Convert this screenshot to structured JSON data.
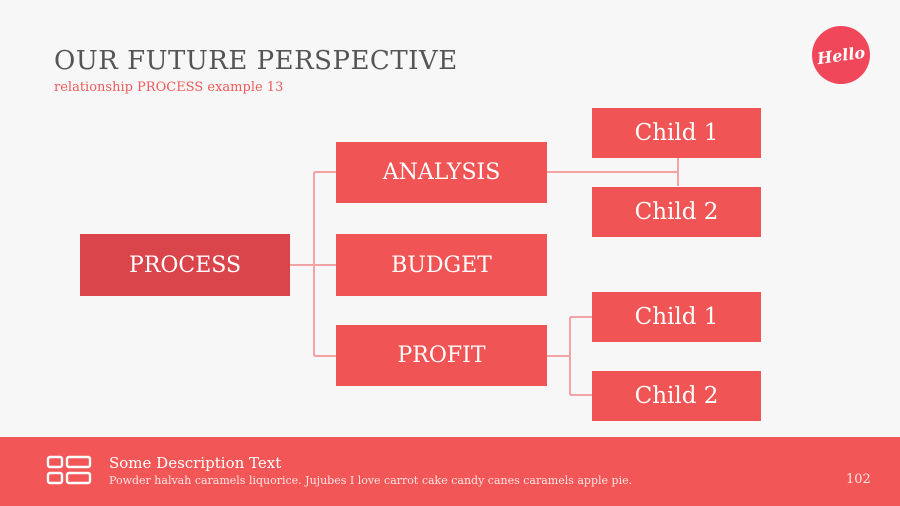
{
  "header": {
    "title": "OUR FUTURE PERSPECTIVE",
    "subtitle": "relationship PROCESS example 13",
    "logo_text": "Hello"
  },
  "diagram": {
    "root": "PROCESS",
    "branches": [
      {
        "label": "ANALYSIS",
        "children": [
          "Child 1",
          "Child 2"
        ]
      },
      {
        "label": "BUDGET",
        "children": []
      },
      {
        "label": "PROFIT",
        "children": [
          "Child 1",
          "Child 2"
        ]
      }
    ]
  },
  "footer": {
    "icon": "layout-list-icon",
    "title": "Some Description Text",
    "text": "Powder halvah caramels liquorice. Jujubes I love carrot cake candy canes caramels apple pie.",
    "page_number": "102"
  },
  "colors": {
    "accent": "#f05454",
    "root": "#d9454a",
    "connector": "#f3a3a3",
    "footer": "#f25656",
    "title": "#555555"
  }
}
